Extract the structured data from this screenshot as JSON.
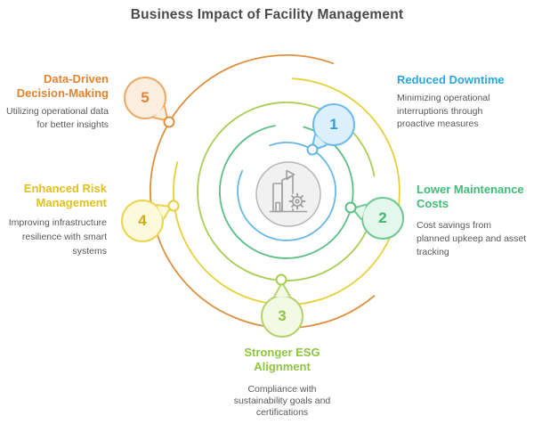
{
  "title": "Business Impact of Facility Management",
  "center": {
    "icon": "facility-building-gear-icon"
  },
  "items": [
    {
      "number": "1",
      "heading": "Reduced Downtime",
      "body": "Minimizing operational\ninterruptions through\nproactive measures",
      "accent": "#2ba7de"
    },
    {
      "number": "2",
      "heading": "Lower Maintenance\nCosts",
      "body": "Cost savings from\nplanned upkeep and asset\ntracking",
      "accent": "#3fbc78"
    },
    {
      "number": "3",
      "heading": "Stronger ESG\nAlignment",
      "body": "Compliance with\nsustainability goals and\ncertifications",
      "accent": "#8dc63f"
    },
    {
      "number": "4",
      "heading": "Enhanced Risk\nManagement",
      "body": "Improving infrastructure\nresilience with smart\nsystems",
      "accent": "#e3c01c"
    },
    {
      "number": "5",
      "heading": "Data-Driven\nDecision-Making",
      "body": "Utilizing operational data\nfor better insights",
      "accent": "#e5832e"
    }
  ],
  "arc_colors": {
    "blue": "#66b7e8",
    "green": "#5bbe85",
    "lightgreen": "#a8ce52",
    "yellow": "#e7d037",
    "orange": "#de8f3f"
  }
}
